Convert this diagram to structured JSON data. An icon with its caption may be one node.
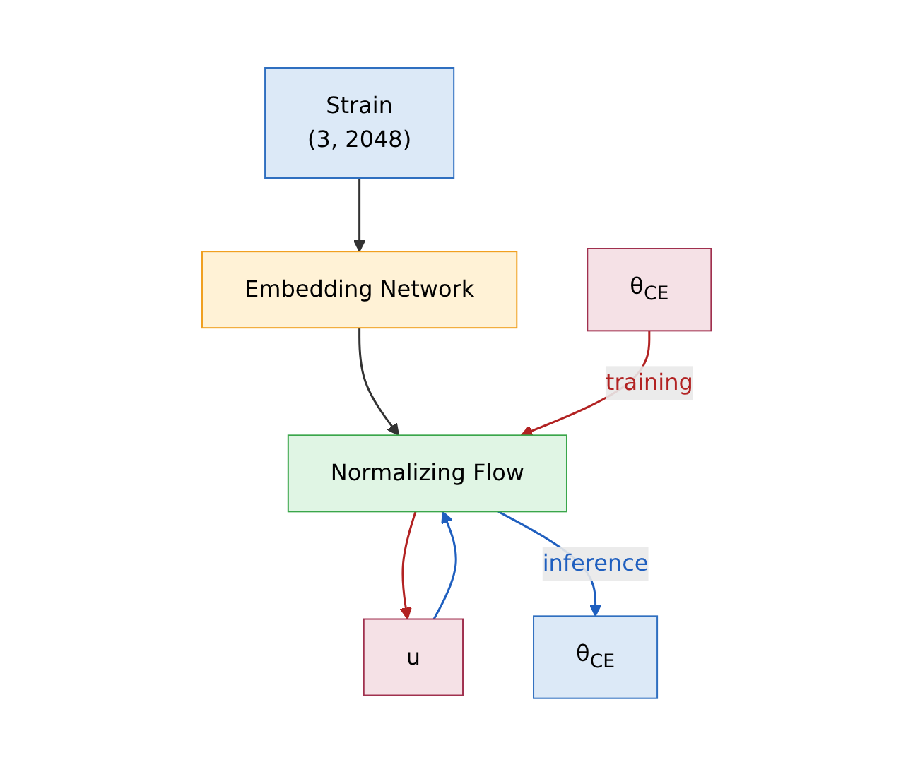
{
  "diagram": {
    "nodes": [
      {
        "text": [
          "Strain",
          "(3, 2048)"
        ]
      },
      {
        "text": [
          "θ$_{CE}$"
        ]
      },
      {
        "text": [
          "Embedding Network"
        ]
      },
      {
        "text": [
          "Normalizing Flow"
        ]
      },
      {
        "text": [
          "u"
        ]
      },
      {
        "text": [
          "θ$_{CE}$"
        ]
      }
    ],
    "edges": [
      {
        "from": 0,
        "to": 2,
        "arrow": "to"
      },
      {
        "from": 2,
        "to": 3,
        "arrow": "to"
      },
      {
        "from": 1,
        "to": 3,
        "arrow": "to",
        "label": "training",
        "color": "#b22222"
      },
      {
        "from": 3,
        "to": 4,
        "arrow": "to",
        "color": "#b22222"
      },
      {
        "from": 4,
        "to": 3,
        "arrow": "to",
        "color": "#1f5fbf"
      },
      {
        "from": 3,
        "to": 5,
        "arrow": "to",
        "label": "inference",
        "color": "#1f5fbf"
      }
    ]
  }
}
